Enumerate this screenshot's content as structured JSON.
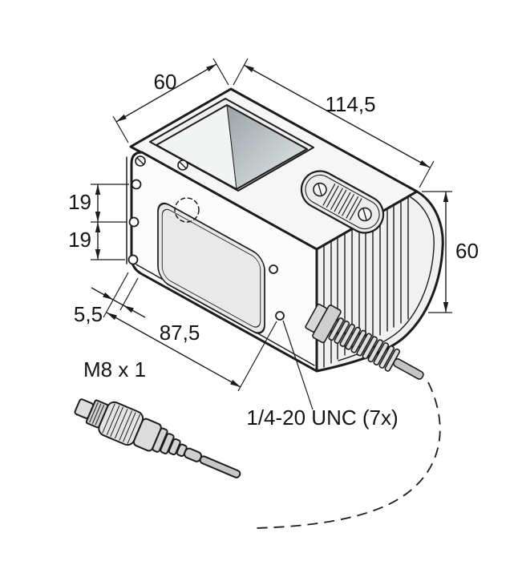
{
  "drawing": {
    "kind": "technical-dimension-drawing",
    "colors": {
      "line": "#1c1c1c",
      "background": "#ffffff",
      "glass_dark": "#9aa3a8",
      "glass_light": "#f2f4f4",
      "panel_fill": "#e9e9e9"
    },
    "dimensions": {
      "top_width": "60",
      "overall_length": "114,5",
      "hole_pitch_upper": "19",
      "hole_pitch_lower": "19",
      "overall_height": "60",
      "hole_edge_offset": "5,5",
      "hole_distance": "87,5"
    },
    "labels": {
      "connector_thread": "M8 x 1",
      "mounting_thread": "1/4-20 UNC (7x)"
    }
  }
}
